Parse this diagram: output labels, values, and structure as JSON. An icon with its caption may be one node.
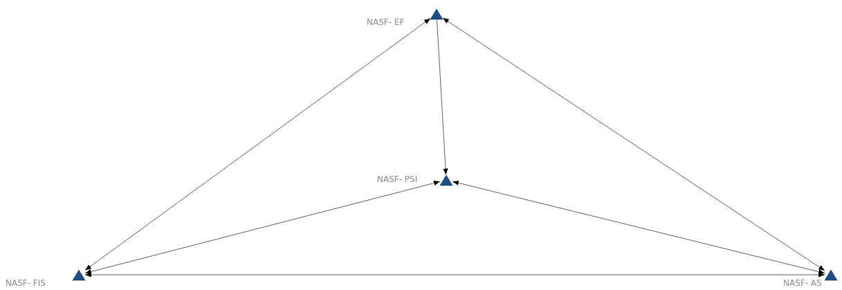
{
  "diagram": {
    "nodes": [
      {
        "text": [],
        "shape": "triangle",
        "beside": [
          "NASF- EF"
        ]
      },
      {
        "text": [],
        "shape": "triangle",
        "beside": [
          "NASF- PSI"
        ]
      },
      {
        "text": [],
        "shape": "triangle",
        "beside": [
          "NASF- FIS"
        ]
      },
      {
        "text": [],
        "shape": "triangle",
        "beside": [
          "NASF- AS"
        ]
      }
    ],
    "edges": [
      {
        "from": 0,
        "to": 2,
        "arrow": "both"
      },
      {
        "from": 0,
        "to": 1,
        "arrow": "to"
      },
      {
        "from": 0,
        "to": 3,
        "arrow": "both"
      },
      {
        "from": 1,
        "to": 2,
        "arrow": "both"
      },
      {
        "from": 1,
        "to": 3,
        "arrow": "both"
      },
      {
        "from": 2,
        "to": 3,
        "arrow": "both"
      }
    ]
  }
}
